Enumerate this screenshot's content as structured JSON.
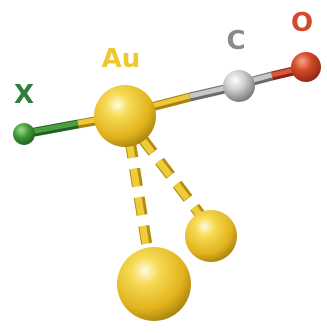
{
  "labels": {
    "x": "X",
    "au": "Au",
    "c": "C",
    "o": "O"
  },
  "colors": {
    "x": "#2f7f3a",
    "au": "#efc830",
    "c": "#8a8a8a",
    "o": "#d24a2a",
    "bond_gold": "#e8be2a",
    "bond_gray": "#9c9c9c"
  }
}
